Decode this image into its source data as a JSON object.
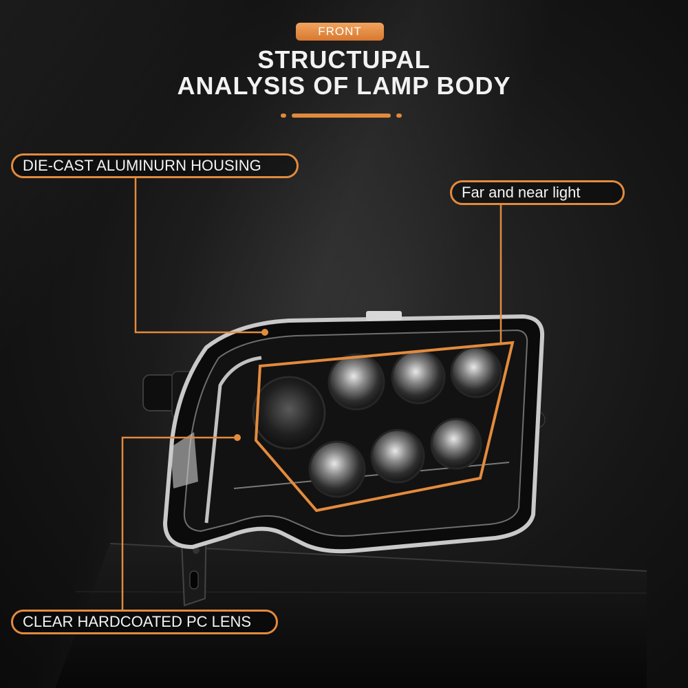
{
  "header": {
    "badge": "FRONT",
    "title_line1": "STRUCTUPAL",
    "title_line2": "ANALYSIS OF LAMP BODY"
  },
  "callouts": {
    "housing": "DIE-CAST ALUMINURN HOUSING",
    "far_near": "Far and near light",
    "lens": "CLEAR HARDCOATED PC LENS"
  },
  "colors": {
    "accent": "#e38b3d",
    "background": "#141414",
    "text": "#f2f2f2"
  }
}
